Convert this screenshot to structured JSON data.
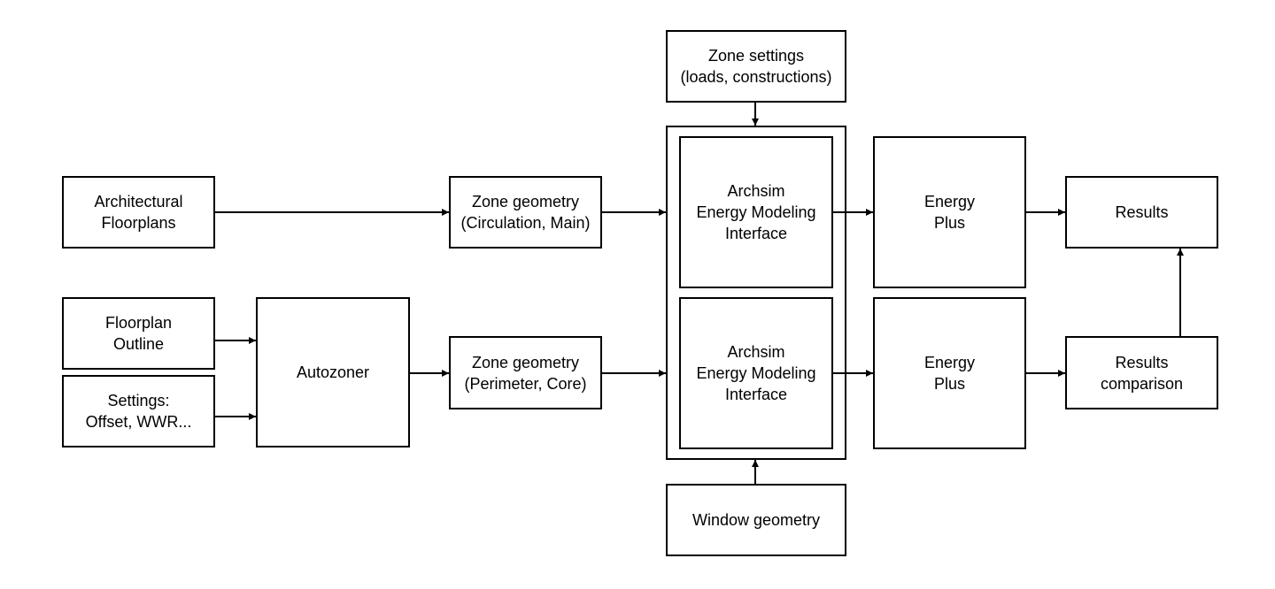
{
  "colors": {
    "stroke": "#000000",
    "background": "#ffffff",
    "text": "#000000"
  },
  "nodes": {
    "architectural_floorplans": "Architectural\nFloorplans",
    "floorplan_outline": "Floorplan\nOutline",
    "settings": "Settings:\nOffset, WWR...",
    "autozoner": "Autozoner",
    "zone_geometry_main": "Zone geometry\n(Circulation, Main)",
    "zone_geometry_core": "Zone geometry\n(Perimeter, Core)",
    "zone_settings": "Zone settings\n(loads, constructions)",
    "archsim_top": "Archsim\nEnergy Modeling\nInterface",
    "archsim_bottom": "Archsim\nEnergy Modeling\nInterface",
    "window_geometry": "Window geometry",
    "energyplus_top": "Energy\nPlus",
    "energyplus_bottom": "Energy\nPlus",
    "results": "Results",
    "results_comparison": "Results\ncomparison"
  },
  "edges": [
    {
      "from": "architectural_floorplans",
      "to": "zone_geometry_main"
    },
    {
      "from": "zone_geometry_main",
      "to": "archsim_container"
    },
    {
      "from": "floorplan_outline",
      "to": "autozoner"
    },
    {
      "from": "settings",
      "to": "autozoner"
    },
    {
      "from": "autozoner",
      "to": "zone_geometry_core"
    },
    {
      "from": "zone_geometry_core",
      "to": "archsim_container"
    },
    {
      "from": "zone_settings",
      "to": "archsim_container"
    },
    {
      "from": "window_geometry",
      "to": "archsim_container"
    },
    {
      "from": "archsim_top",
      "to": "energyplus_top"
    },
    {
      "from": "archsim_bottom",
      "to": "energyplus_bottom"
    },
    {
      "from": "energyplus_top",
      "to": "results"
    },
    {
      "from": "energyplus_bottom",
      "to": "results_comparison"
    },
    {
      "from": "results_comparison",
      "to": "results"
    }
  ]
}
